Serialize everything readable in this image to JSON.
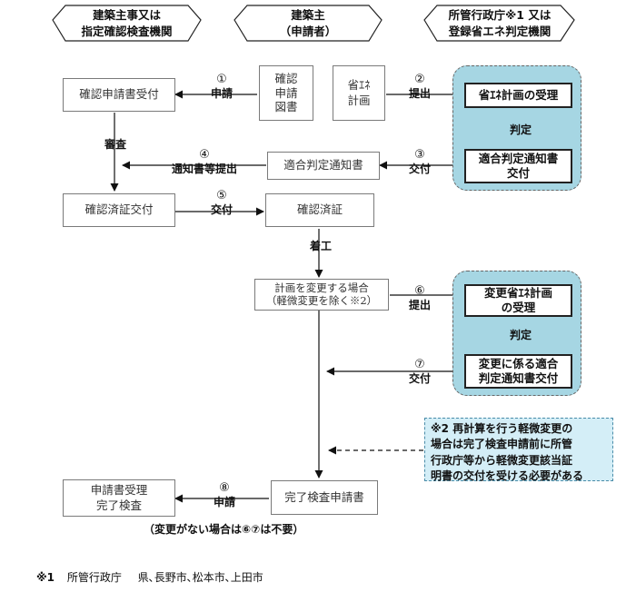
{
  "headers": {
    "left": "建築主事又は\n指定確認検査機関",
    "center": "建築主\n（申請者）",
    "right": "所管行政庁※1 又は\n登録省エネ判定機関"
  },
  "boxes": {
    "confirm_receipt": "確認申請書受付",
    "confirm_docs": "確認\n申請\n図書",
    "energy_plan": "省ｴﾈ\n計画",
    "energy_plan_accept": "省ｴﾈ計画の受理",
    "conformity_notice_issue": "適合判定通知書\n交付",
    "conformity_notice": "適合判定通知書",
    "confirm_cert_issue": "確認済証交付",
    "confirm_cert": "確認済証",
    "plan_change": "計画を変更する場合\n（軽微変更を除く※2）",
    "changed_plan_accept": "変更省ｴﾈ計画\nの受理",
    "changed_notice_issue": "変更に係る適合\n判定通知書交付",
    "completion_application": "完了検査申請書",
    "completion_inspection": "申請書受理\n完了検査"
  },
  "labels": {
    "step1": {
      "num": "①",
      "text": "申請"
    },
    "step2": {
      "num": "②",
      "text": "提出"
    },
    "step3": {
      "num": "③",
      "text": "交付"
    },
    "step4": {
      "num": "④",
      "text": "通知書等提出"
    },
    "step5": {
      "num": "⑤",
      "text": "交付"
    },
    "step6": {
      "num": "⑥",
      "text": "提出"
    },
    "step7": {
      "num": "⑦",
      "text": "交付"
    },
    "step8": {
      "num": "⑧",
      "text": "申請"
    },
    "review": "審査",
    "judgement1": "判定",
    "judgement2": "判定",
    "construction_start": "着工"
  },
  "note": "※2 再計算を行う軽微変更の\n場合は完了検査申請前に所管\n行政庁等から軽微変更該当証\n明書の交付を受ける必要がある",
  "no_change_note": "（変更がない場合は⑥⑦は不要）",
  "footnote": {
    "mark": "※1",
    "label": "所管行政庁",
    "text": "県､長野市､松本市､上田市"
  },
  "colors": {
    "panel_fill": "#a6d6e3",
    "note_fill": "#d4eef7"
  }
}
